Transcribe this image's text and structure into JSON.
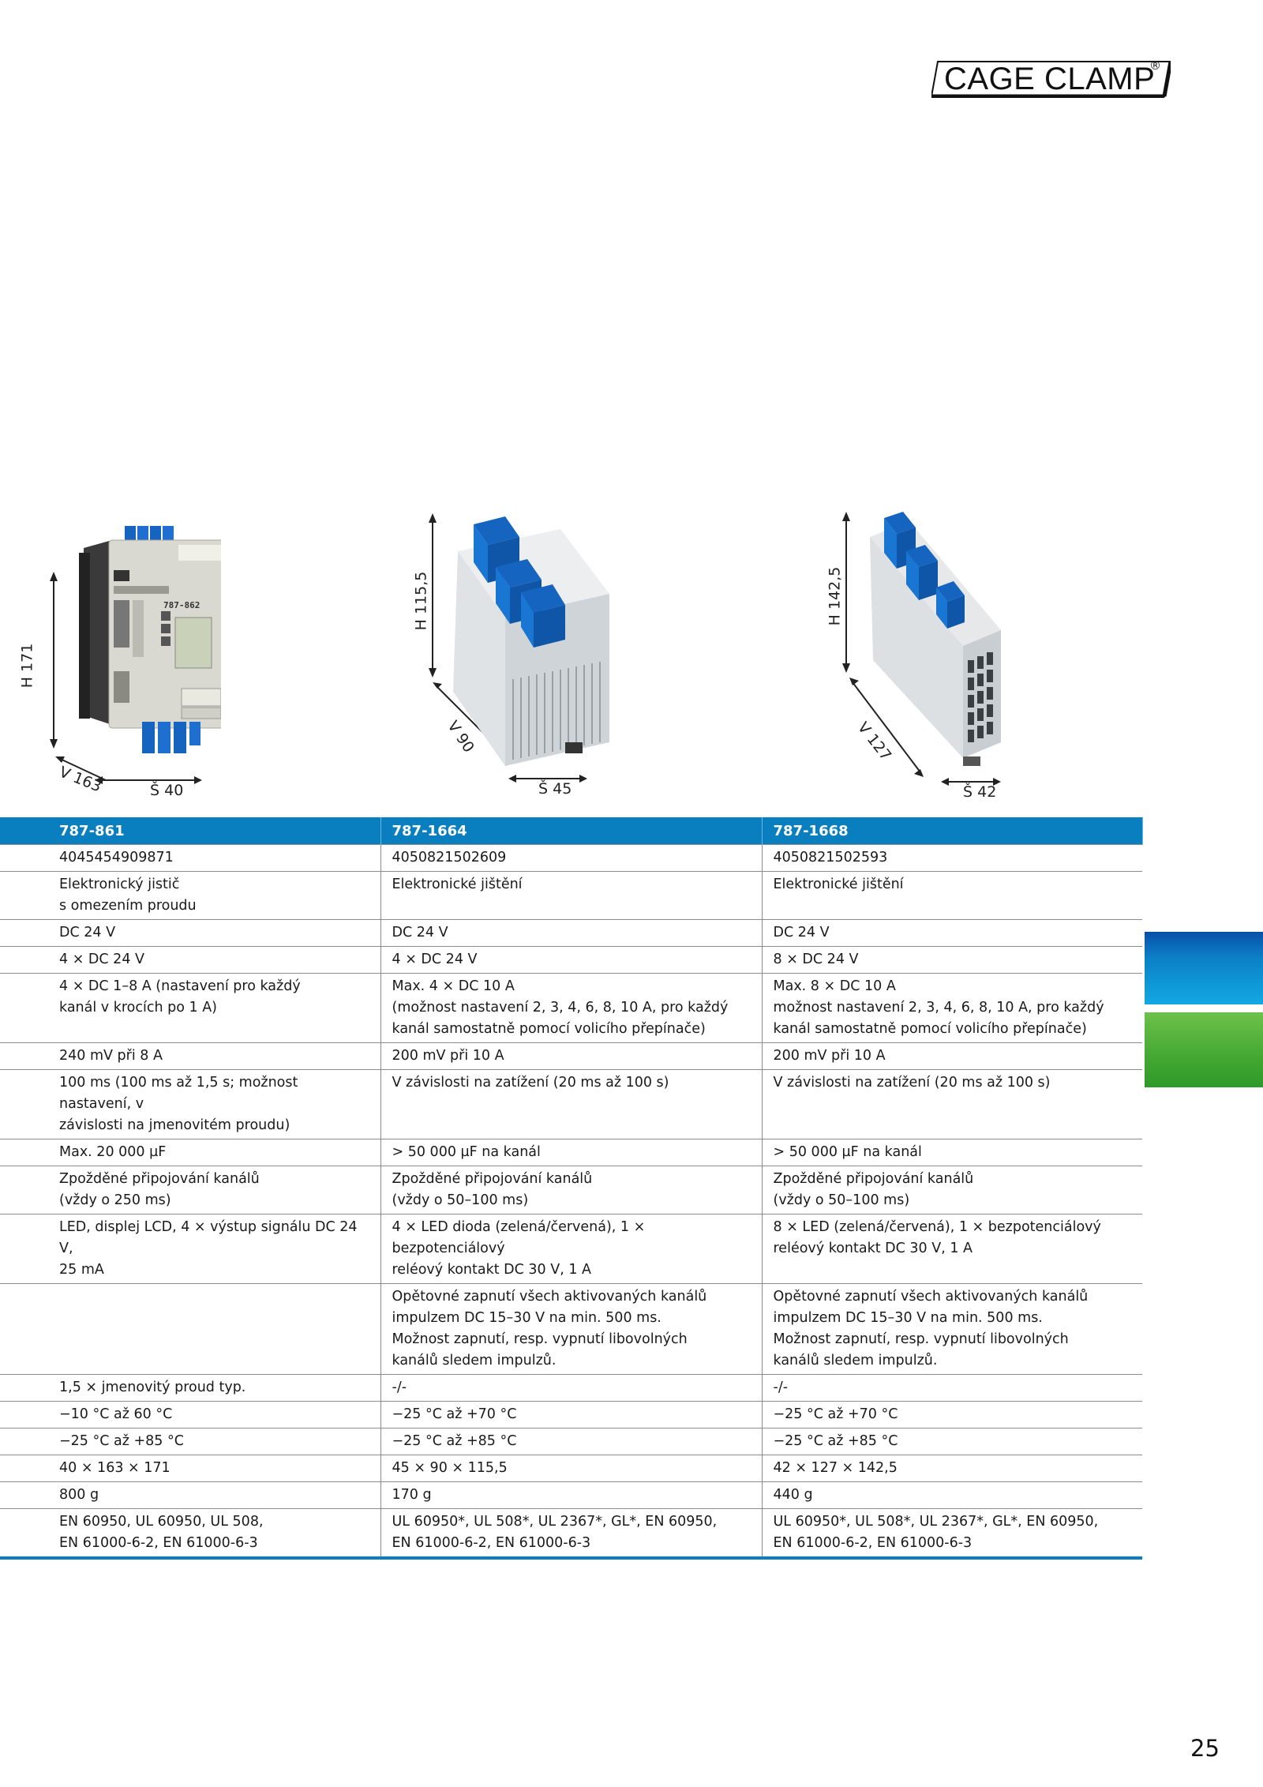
{
  "logo": {
    "text": "CAGE CLAMP",
    "mark": "®"
  },
  "products": [
    {
      "height_label": "H 171",
      "depth_label": "V 163",
      "width_label": "Š 40",
      "device_label": "787-862"
    },
    {
      "height_label": "H 115,5",
      "depth_label": "V 90",
      "width_label": "Š 45"
    },
    {
      "height_label": "H 142,5",
      "depth_label": "V 127",
      "width_label": "Š 42"
    }
  ],
  "table": {
    "headers": [
      "787-861",
      "787-1664",
      "787-1668"
    ],
    "rows": [
      [
        [
          "4045454909871"
        ],
        [
          "4050821502609"
        ],
        [
          "4050821502593"
        ]
      ],
      [
        [
          "Elektronický jistič",
          "s omezením proudu"
        ],
        [
          "Elektronické jištění"
        ],
        [
          "Elektronické jištění"
        ]
      ],
      [
        [
          "DC 24 V"
        ],
        [
          "DC 24 V"
        ],
        [
          "DC 24 V"
        ]
      ],
      [
        [
          "4 × DC 24 V"
        ],
        [
          "4 × DC 24 V"
        ],
        [
          "8 × DC 24 V"
        ]
      ],
      [
        [
          "4 × DC 1–8 A (nastavení pro každý",
          "kanál v krocích po 1 A)"
        ],
        [
          "Max. 4 × DC 10 A",
          "(možnost nastavení 2, 3, 4, 6, 8, 10 A, pro každý",
          "kanál samostatně pomocí volicího přepínače)"
        ],
        [
          "Max. 8 × DC 10 A",
          "možnost nastavení 2, 3, 4, 6, 8, 10 A, pro každý",
          "kanál samostatně pomocí volicího přepínače)"
        ]
      ],
      [
        [
          "240 mV při 8 A"
        ],
        [
          "200 mV při 10 A"
        ],
        [
          "200 mV při 10 A"
        ]
      ],
      [
        [
          "100 ms (100 ms až 1,5 s; možnost nastavení, v",
          "závislosti na jmenovitém proudu)"
        ],
        [
          "V závislosti na zatížení (20 ms až 100 s)"
        ],
        [
          "V závislosti na zatížení (20 ms až 100 s)"
        ]
      ],
      [
        [
          "Max. 20 000 µF"
        ],
        [
          "> 50 000 µF na kanál"
        ],
        [
          "> 50 000 µF na kanál"
        ]
      ],
      [
        [
          "Zpožděné připojování kanálů",
          "(vždy o 250 ms)"
        ],
        [
          "Zpožděné připojování kanálů",
          "(vždy o 50–100 ms)"
        ],
        [
          "Zpožděné připojování kanálů",
          "(vždy o 50–100 ms)"
        ]
      ],
      [
        [
          "LED, displej LCD, 4 × výstup signálu DC 24 V,",
          "25 mA"
        ],
        [
          "4 × LED dioda (zelená/červená), 1 × bezpotenciálový",
          "reléový kontakt DC 30 V, 1 A"
        ],
        [
          "8 × LED (zelená/červená), 1 × bezpotenciálový",
          "reléový kontakt DC 30 V, 1 A"
        ]
      ],
      [
        [
          ""
        ],
        [
          "Opětovné zapnutí všech aktivovaných kanálů",
          "impulzem DC 15–30 V na min. 500 ms.",
          "Možnost zapnutí, resp. vypnutí libovolných",
          "kanálů sledem impulzů."
        ],
        [
          "Opětovné zapnutí všech aktivovaných kanálů",
          "impulzem DC 15–30 V na min. 500 ms.",
          "Možnost zapnutí, resp. vypnutí libovolných",
          "kanálů sledem impulzů."
        ]
      ],
      [
        [
          "1,5 × jmenovitý proud typ."
        ],
        [
          "-/-"
        ],
        [
          "-/-"
        ]
      ],
      [
        [
          "−10 °C až 60 °C"
        ],
        [
          "−25 °C až +70 °C"
        ],
        [
          "−25 °C až +70 °C"
        ]
      ],
      [
        [
          "−25 °C až +85 °C"
        ],
        [
          "−25 °C až +85 °C"
        ],
        [
          "−25 °C až +85 °C"
        ]
      ],
      [
        [
          "40 × 163 × 171"
        ],
        [
          "45 × 90 × 115,5"
        ],
        [
          "42 × 127 × 142,5"
        ]
      ],
      [
        [
          "800 g"
        ],
        [
          "170 g"
        ],
        [
          "440 g"
        ]
      ],
      [
        [
          "EN 60950, UL 60950, UL 508,",
          "EN 61000-6-2, EN 61000-6-3"
        ],
        [
          "UL 60950*, UL 508*, UL 2367*, GL*, EN 60950,",
          "EN 61000-6-2, EN 61000-6-3"
        ],
        [
          "UL 60950*, UL 508*, UL 2367*, GL*, EN 60950,",
          "EN 61000-6-2, EN 61000-6-3"
        ]
      ]
    ]
  },
  "page_number": "25",
  "colors": {
    "accent_blue": "#0a7fbf",
    "terminal_blue": "#1565c0",
    "tab_green": "#43a832"
  }
}
